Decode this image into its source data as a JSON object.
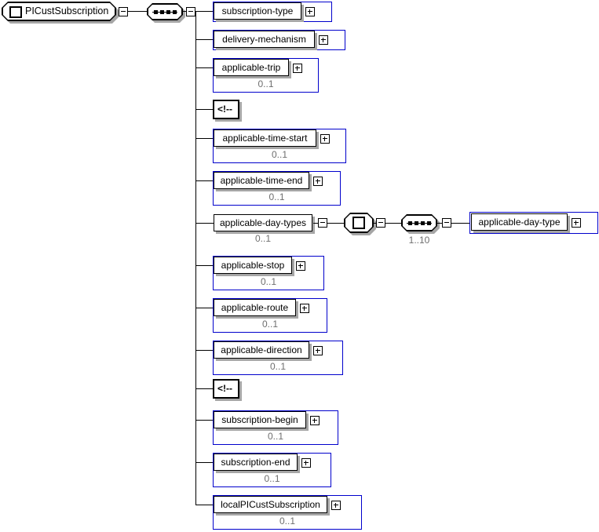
{
  "diagram": {
    "root": {
      "label": "PICustSubscription",
      "icon": "complex-element",
      "expander": "collapse"
    },
    "compositor": {
      "kind": "sequence",
      "expander": "collapse"
    },
    "children": [
      {
        "label": "subscription-type",
        "cardinality": "",
        "expander": "expand"
      },
      {
        "label": "delivery-mechanism",
        "cardinality": "",
        "expander": "expand"
      },
      {
        "label": "applicable-trip",
        "cardinality": "0..1",
        "expander": "expand"
      },
      {
        "kind": "comment",
        "label": "<!--"
      },
      {
        "label": "applicable-time-start",
        "cardinality": "0..1",
        "expander": "expand"
      },
      {
        "label": "applicable-time-end",
        "cardinality": "0..1",
        "expander": "expand"
      },
      {
        "label": "applicable-day-types",
        "cardinality": "0..1",
        "expander": "collapse",
        "expanded": true
      },
      {
        "label": "applicable-stop",
        "cardinality": "0..1",
        "expander": "expand"
      },
      {
        "label": "applicable-route",
        "cardinality": "0..1",
        "expander": "expand"
      },
      {
        "label": "applicable-direction",
        "cardinality": "0..1",
        "expander": "expand"
      },
      {
        "kind": "comment",
        "label": "<!--"
      },
      {
        "label": "subscription-begin",
        "cardinality": "0..1",
        "expander": "expand"
      },
      {
        "label": "subscription-end",
        "cardinality": "0..1",
        "expander": "expand"
      },
      {
        "label": "localPICustSubscription",
        "cardinality": "0..1",
        "expander": "expand"
      }
    ],
    "expanded_branch": {
      "parent": "applicable-day-types",
      "inner_compositor": {
        "kind": "all",
        "expander": "collapse"
      },
      "sequence": {
        "kind": "sequence",
        "cardinality": "1..10",
        "expander": "collapse"
      },
      "child": {
        "label": "applicable-day-type",
        "expander": "expand"
      }
    },
    "colors": {
      "link_border": "#0000cc",
      "box_border": "#000000",
      "shadow": "#a6a6a6",
      "cardinality_text": "#6e6e6e",
      "background": "#ffffff"
    }
  }
}
